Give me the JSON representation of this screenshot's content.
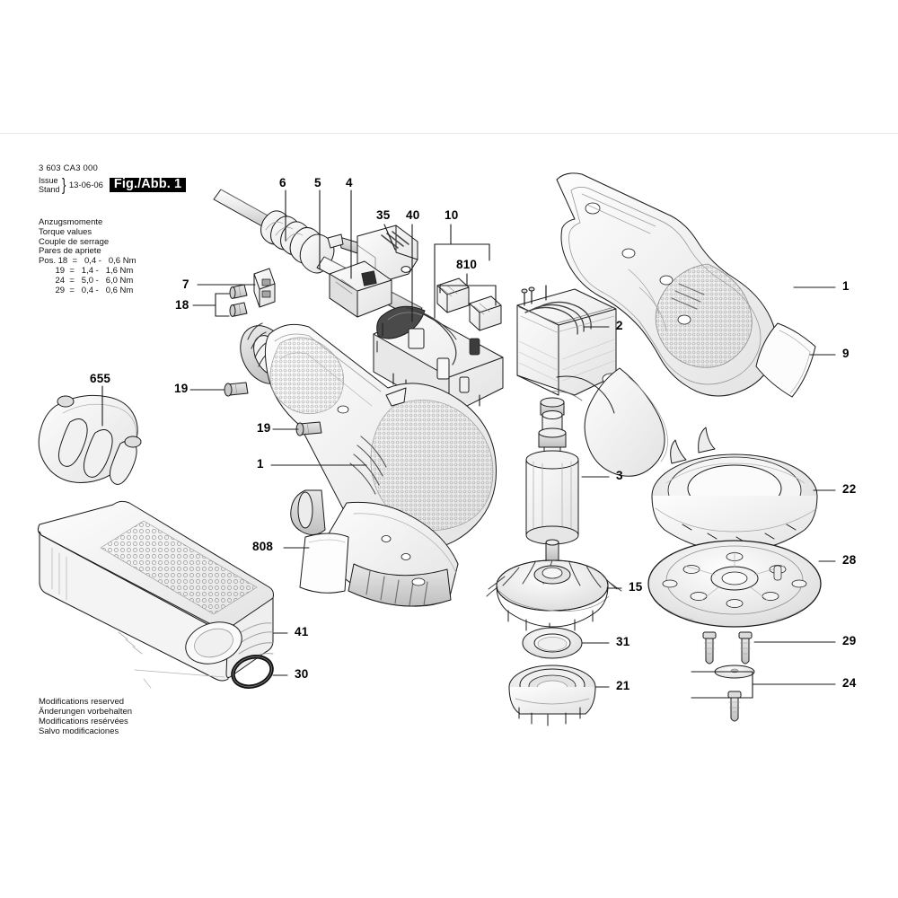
{
  "header": {
    "part_number": "3 603 CA3 000",
    "issue_label": "Issue",
    "stand_label": "Stand",
    "date": "13-06-06",
    "figure_badge": "Fig./Abb. 1"
  },
  "torque_block": {
    "titles": [
      "Anzugsmomente",
      "Torque values",
      "Couple de serrage",
      "Pares de apriete"
    ],
    "rows": [
      "Pos. 18  =   0,4 -   0,6 Nm",
      "        19  =   1,4 -   1,6 Nm",
      "        24  =   5,0 -   6,0 Nm",
      "        29  =   0,4 -   0,6 Nm"
    ],
    "text": "Anzugsmomente\nTorque values\nCouple de serrage\nPares de apriete\nPos. 18  =   0,4 -   0,6 Nm\n       19  =   1,4 -   1,6 Nm\n       24  =   5,0 -   6,0 Nm\n       29  =   0,4 -   0,6 Nm"
  },
  "footnote": {
    "lines": [
      "Modifications reserved",
      "Änderungen vorbehalten",
      "Modifications resérvées",
      "Salvo modificaciones"
    ],
    "text": "Modifications reserved\nÄnderungen vorbehalten\nModifications resérvées\nSalvo modificaciones"
  },
  "callouts": {
    "c6": "6",
    "c5": "5",
    "c4": "4",
    "c35": "35",
    "c40": "40",
    "c10": "10",
    "c810": "810",
    "c7": "7",
    "c18": "18",
    "c1_top": "1",
    "c9": "9",
    "c2": "2",
    "c3": "3",
    "c655": "655",
    "c19a": "19",
    "c19b": "19",
    "c1_mid": "1",
    "c808": "808",
    "c41": "41",
    "c30": "30",
    "c15": "15",
    "c31": "31",
    "c21": "21",
    "c22": "22",
    "c28": "28",
    "c29": "29",
    "c24": "24"
  },
  "colors": {
    "line": "#1a1a1a",
    "fill_light": "#fbfbfb",
    "fill_mid": "#efefef",
    "fill_dark": "#d6d6d6",
    "fill_darker": "#b9b9b9",
    "badge_bg": "#000000",
    "badge_fg": "#ffffff",
    "rule": "#e8e8e8"
  },
  "diagram": {
    "title_semantic": "exploded-parts-diagram",
    "part_count": 26
  }
}
